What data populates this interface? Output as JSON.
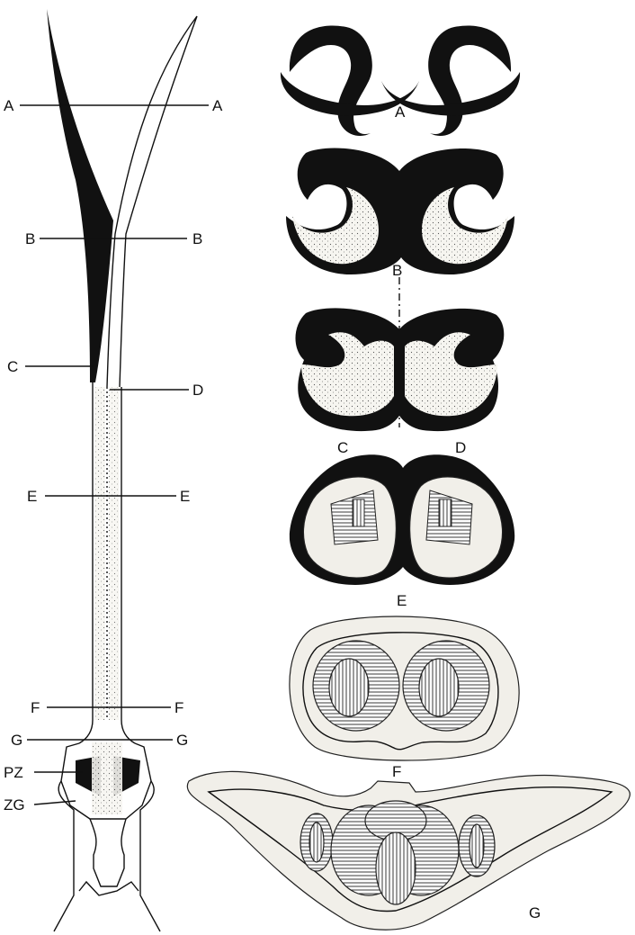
{
  "left_labels": {
    "A_left": "A",
    "A_right": "A",
    "B_left": "B",
    "B_right": "B",
    "C_left": "C",
    "D_right": "D",
    "E_left": "E",
    "E_right": "E",
    "F_left": "F",
    "F_right": "F",
    "G_left": "G",
    "G_right": "G",
    "PZ": "PZ",
    "ZG": "ZG"
  },
  "section_labels": {
    "A": "A",
    "B": "B",
    "C": "C",
    "D": "D",
    "E": "E",
    "F": "F",
    "G": "G"
  }
}
